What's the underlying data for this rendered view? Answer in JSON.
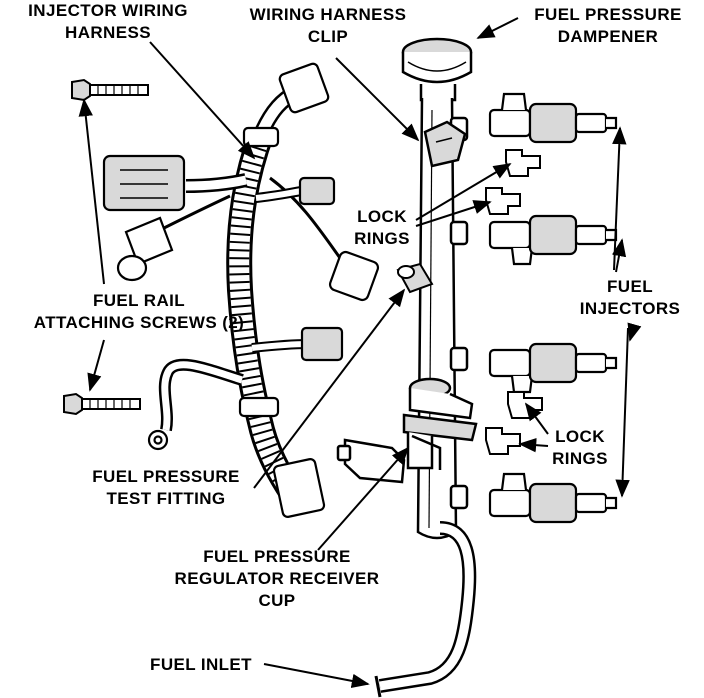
{
  "labels": {
    "injector_wiring_harness": [
      "INJECTOR WIRING",
      "HARNESS"
    ],
    "wiring_harness_clip": [
      "WIRING HARNESS",
      "CLIP"
    ],
    "fuel_pressure_dampener": [
      "FUEL PRESSURE",
      "DAMPENER"
    ],
    "lock_rings_upper": [
      "LOCK",
      "RINGS"
    ],
    "fuel_injectors": [
      "FUEL",
      "INJECTORS"
    ],
    "fuel_rail_attaching_screws": [
      "FUEL RAIL",
      "ATTACHING SCREWS (2)"
    ],
    "lock_rings_lower": [
      "LOCK",
      "RINGS"
    ],
    "fuel_pressure_test_fitting": [
      "FUEL PRESSURE",
      "TEST FITTING"
    ],
    "fuel_pressure_regulator_receiver_cup": [
      "FUEL PRESSURE",
      "REGULATOR RECEIVER",
      "CUP"
    ],
    "fuel_inlet": [
      "FUEL INLET"
    ]
  },
  "colors": {
    "ink": "#000000",
    "paper": "#ffffff",
    "part_shade": "#d9d9d9"
  }
}
